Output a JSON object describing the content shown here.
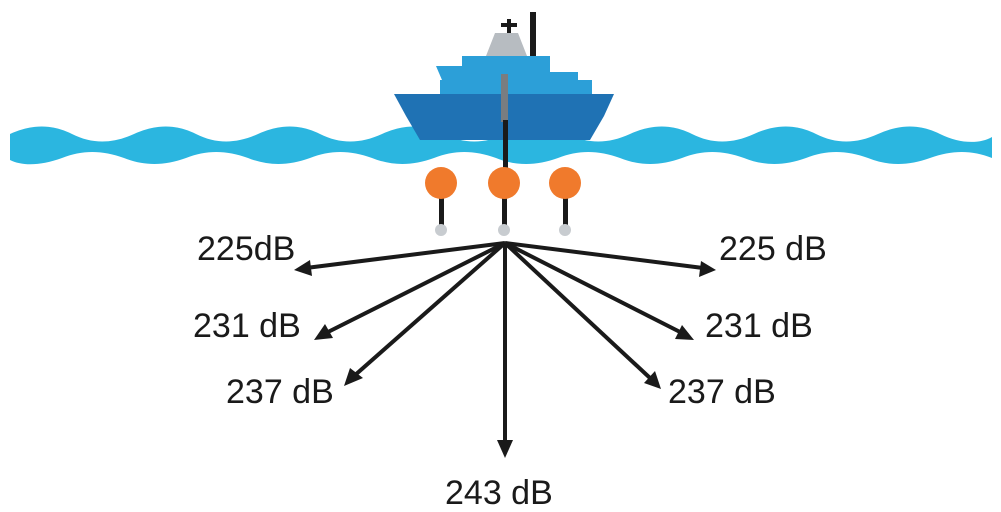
{
  "diagram": {
    "colors": {
      "water": "#2bb6e0",
      "hull": "#1f72b4",
      "superstructure": "#2c9fd8",
      "funnel": "#b7bcc1",
      "mast": "#1a1a1a",
      "airgun_float": "#f07a2c",
      "airgun_source": "#c8ccd0",
      "arrow": "#1a1a1a"
    },
    "labels": {
      "left_225": "225dB",
      "left_231": "231 dB",
      "left_237": "237 dB",
      "bottom_243": "243 dB",
      "right_225": "225 dB",
      "right_231": "231 dB",
      "right_237": "237 dB"
    }
  }
}
